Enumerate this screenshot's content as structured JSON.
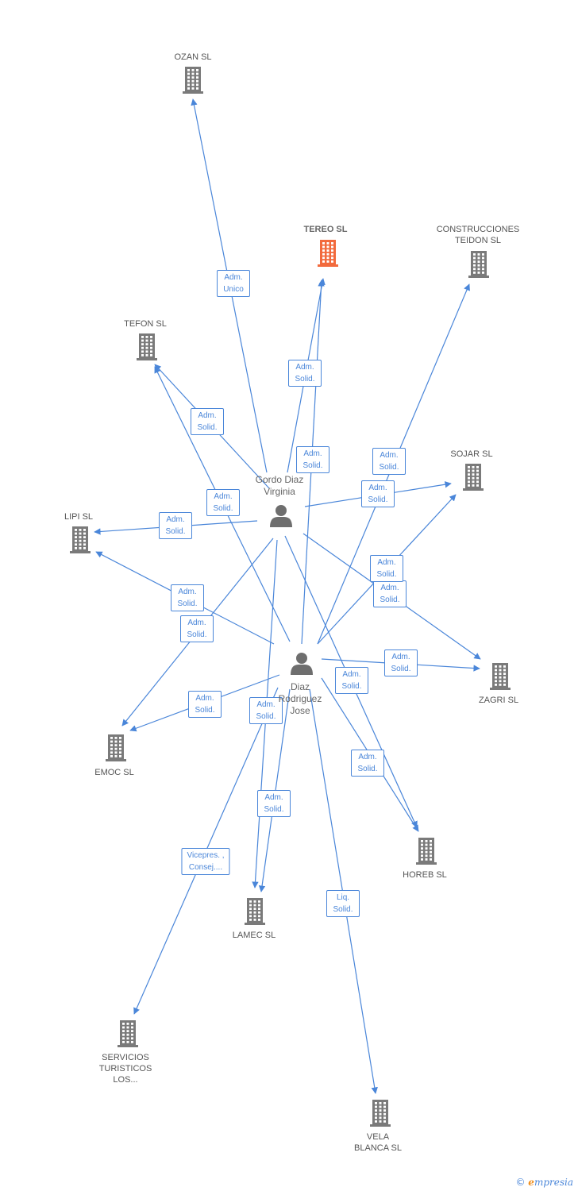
{
  "colors": {
    "edge": "#4a86d9",
    "company": "#7a7a7a",
    "focus_company": "#f26a3d",
    "person": "#6e6e6e"
  },
  "persons": [
    {
      "id": "gordo",
      "label": "Gordo Diaz\nVirginia",
      "icon": "person-icon"
    },
    {
      "id": "diaz",
      "label": "Diaz\nRodriguez\nJose",
      "icon": "person-icon"
    }
  ],
  "companies": [
    {
      "id": "ozan",
      "label": "OZAN SL",
      "icon": "building-icon"
    },
    {
      "id": "tereo",
      "label": "TEREO SL",
      "icon": "building-icon",
      "focus": true
    },
    {
      "id": "construcciones",
      "label": "CONSTRUCCIONES\nTEIDON SL",
      "icon": "building-icon"
    },
    {
      "id": "tefon",
      "label": "TEFON SL",
      "icon": "building-icon"
    },
    {
      "id": "sojar",
      "label": "SOJAR SL",
      "icon": "building-icon"
    },
    {
      "id": "lipi",
      "label": "LIPI SL",
      "icon": "building-icon"
    },
    {
      "id": "zagri",
      "label": "ZAGRI SL",
      "icon": "building-icon"
    },
    {
      "id": "emoc",
      "label": "EMOC SL",
      "icon": "building-icon"
    },
    {
      "id": "horeb",
      "label": "HOREB SL",
      "icon": "building-icon"
    },
    {
      "id": "lamec",
      "label": "LAMEC SL",
      "icon": "building-icon"
    },
    {
      "id": "servicios",
      "label": "SERVICIOS\nTURISTICOS\nLOS...",
      "icon": "building-icon"
    },
    {
      "id": "vela",
      "label": "VELA\nBLANCA SL",
      "icon": "building-icon"
    }
  ],
  "edges": [
    {
      "from": "gordo",
      "to": "ozan",
      "label": "Adm.\nUnico"
    },
    {
      "from": "gordo",
      "to": "tereo",
      "label": "Adm.\nSolid."
    },
    {
      "from": "gordo",
      "to": "tefon",
      "label": "Adm.\nSolid."
    },
    {
      "from": "gordo",
      "to": "lipi",
      "label": "Adm.\nSolid."
    },
    {
      "from": "gordo",
      "to": "sojar",
      "label": "Adm.\nSolid."
    },
    {
      "from": "gordo",
      "to": "zagri",
      "label": "Adm.\nSolid."
    },
    {
      "from": "gordo",
      "to": "emoc",
      "label": "Adm.\nSolid."
    },
    {
      "from": "gordo",
      "to": "horeb",
      "label": "Adm.\nSolid."
    },
    {
      "from": "gordo",
      "to": "lamec",
      "label": "Adm.\nSolid."
    },
    {
      "from": "diaz",
      "to": "tereo",
      "label": "Adm.\nSolid."
    },
    {
      "from": "diaz",
      "to": "construcciones",
      "label": "Adm.\nSolid."
    },
    {
      "from": "diaz",
      "to": "tefon",
      "label": "Adm.\nSolid."
    },
    {
      "from": "diaz",
      "to": "lipi",
      "label": "Adm.\nSolid."
    },
    {
      "from": "diaz",
      "to": "sojar",
      "label": "Adm.\nSolid."
    },
    {
      "from": "diaz",
      "to": "zagri",
      "label": "Adm.\nSolid."
    },
    {
      "from": "diaz",
      "to": "emoc",
      "label": "Adm.\nSolid."
    },
    {
      "from": "diaz",
      "to": "horeb",
      "label": "Adm.\nSolid."
    },
    {
      "from": "diaz",
      "to": "lamec",
      "label": "Adm.\nSolid."
    },
    {
      "from": "diaz",
      "to": "servicios",
      "label": "Vicepres. ,\nConsej...."
    },
    {
      "from": "diaz",
      "to": "vela",
      "label": "Liq.\nSolid."
    }
  ],
  "watermark": {
    "copyright": "©",
    "brand_initial": "e",
    "brand_rest": "mpresia"
  }
}
